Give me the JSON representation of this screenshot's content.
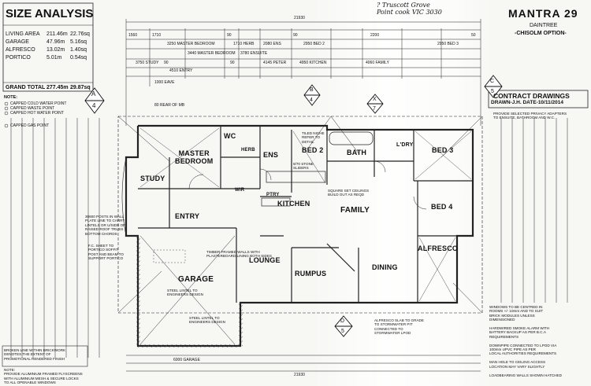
{
  "size_analysis": {
    "title": "SIZE ANALYSIS",
    "rows": [
      {
        "label": "LIVING AREA",
        "m2": "211.46m",
        "sq": "22.76sq"
      },
      {
        "label": "GARAGE",
        "m2": "47.96m",
        "sq": "5.16sq"
      },
      {
        "label": "ALFRESCO",
        "m2": "13.02m",
        "sq": "1.40sq"
      },
      {
        "label": "PORTICO",
        "m2": "5.01m",
        "sq": "0.54sq"
      }
    ],
    "total": {
      "label": "GRAND TOTAL",
      "m2": "277.45m",
      "sq": "29.87sq"
    }
  },
  "legend": {
    "title": "NOTE:",
    "items": [
      "CAPPED COLD WATER POINT",
      "CAPPED WASTE POINT",
      "CAPPED HOT WATER POINT",
      "CAPPED GAS POINT"
    ]
  },
  "header": {
    "handwritten": "? Truscott Grove\nPoint cook VIC 3030",
    "model": "MANTRA 29",
    "facade": "DAINTREE",
    "option": "-CHISOLM OPTION-"
  },
  "contract": {
    "title": "CONTRACT DRAWINGS",
    "drawn": "DRAWN-J.H. DATE-10/11/2014"
  },
  "rooms": {
    "master": "MASTER\nBEDROOM",
    "wc": "WC",
    "herb": "HERB",
    "ens": "ENS",
    "bed2": "BED 2",
    "bath": "BATH",
    "ldry": "L'DRY",
    "bed3": "BED 3",
    "study": "STUDY",
    "kitchen": "KITCHEN",
    "family": "FAMILY",
    "bed4": "BED 4",
    "entry": "ENTRY",
    "alfresco": "ALFRESCO",
    "lounge": "LOUNGE",
    "garage": "GARAGE",
    "rumpus": "RUMPUS",
    "dining": "DINING",
    "ptry": "PTRY",
    "wir": "WIR"
  },
  "dims": {
    "overall_top": "21930",
    "overall_bottom": "21930",
    "garage_bottom": "6000 GARAGE",
    "ceiling": "4510 ENTRY",
    "top_row": [
      "1560",
      "1710",
      "3250 MASTER BEDROOM",
      "90",
      "1710 HERB",
      "2080 ENS",
      "90",
      "2950 BED 2",
      "2200",
      "2950 BED 3",
      "50"
    ],
    "mid_row": [
      "3750 STUDY",
      "90",
      "3440 MASTER BEDROOM",
      "90",
      "3780 ENSUITE",
      "4145 PETER",
      "4950 KITCHEN",
      "4060 FAMILY"
    ]
  },
  "markers": {
    "a": {
      "letter": "A",
      "num": "4"
    },
    "b": {
      "letter": "B",
      "num": "4"
    },
    "c": {
      "letter": "C",
      "num": "5"
    },
    "d": {
      "letter": "D",
      "num": "5"
    },
    "x": {
      "letter": "X",
      "num": "7"
    }
  },
  "notes_left": {
    "broken": "BROKEN LINE WITHIN BRICKWORK\nDENOTES THE EXTENT OF\nPROMOTIONAL RENDERED FINISH",
    "note": "NOTE:\nPROVIDE ALUMINIUM FRAMED FLYSCREENS\nWITH ALUMINIUM MESH & SECURE LOCKS\nTO ALL OPENABLE WINDOWS"
  },
  "notes_right": {
    "top": "PROVIDE SELECTED PRIVACY ADAPTERS\nTO ENSUITE, BATHROOM AND W.C.",
    "bottom": "WINDOWS TO BE CENTRED IN\nROOMS +/- 10mm AND TO SUIT\nBRICK MODULES UNLESS\nDIMENSIONED\n\nHARDWIRED SMOKE ALARM WITH\nBATTERY BACKUP AS PER B.C.A\nREQUIREMENTS\n\nDOWNPIPE CONNECTED TO LPOD VIA\n100mm UPVC PIPE AS PER\nLOCAL AUTHORITIES REQUIREMENTS\n\nMAN HOLE TO CEILING ACCESS\nLOCATION MAY VARY SLIGHTLY\n\nLOADBEARING WALLS SHOWN HATCHED"
  },
  "callouts": {
    "timber": "TIMBER FRAMED WALLS WITH\nPLASTERBOARD LINING BOTH SIDES",
    "steel1": "STEEL LINTEL TO\nENGINEERS DESIGN",
    "steel2": "STEEL LINTEL TO\nENGINEERS DESIGN",
    "alfresco_slab": "ALFRESCO SLAB TO GRADE\nTO STORMWATER PIT\nCONNECTED TO\nSTORMWATER LPOD",
    "fc_sheet": "F.C. SHEET TO\nPORTICO SOFFIT\nPOST AND BEAM TO\nSUPPORT PORTICO",
    "eave": "1000 EAVE",
    "roof": "80 REAR OF MB",
    "plate": "30600 POSTS IN WALL\nPLATE LINE TO CARRY\nLINTELS OR U/SIDE OF\nRAISED ROOF TRUSS\nBOTTOM CHORDS",
    "sink": "SQUARE SET CEILINGS\nBUILD OUT AS REQD",
    "tiled": "TILED NICHE\nREFER TO\nDETAIL",
    "sliders": "9/70 STONE\nSLIDERS"
  }
}
